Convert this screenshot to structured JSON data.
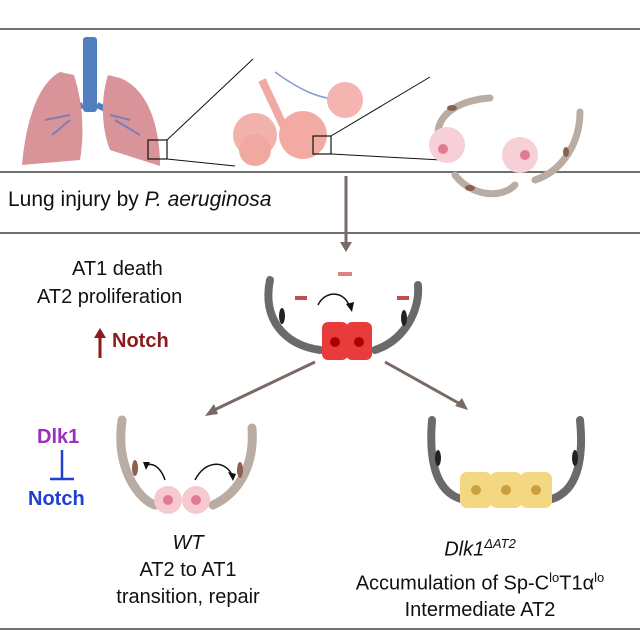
{
  "injury_label": {
    "prefix": "Lung injury by ",
    "pathogen": "P. aeruginosa"
  },
  "injury_effects": {
    "line1": "AT1 death",
    "line2": "AT2 proliferation",
    "notch": "Notch"
  },
  "inhibition": {
    "top": "Dlk1",
    "bottom": "Notch"
  },
  "wt_outcome": {
    "genotype": "WT",
    "line1": "AT2 to AT1",
    "line2": "transition, repair"
  },
  "ko_outcome": {
    "genotype": "Dlk1",
    "genotype_sup": "ΔAT2",
    "line1_a": "Accumulation of Sp-C",
    "sup1": "lo",
    "line1_b": "T1α",
    "sup2": "lo",
    "line2": "Intermediate AT2"
  },
  "colors": {
    "notch_up": "#8b1a1a",
    "dlk1": "#9a2fc0",
    "notch_blue": "#1f3fcf",
    "arrow": "#7a6a66"
  }
}
